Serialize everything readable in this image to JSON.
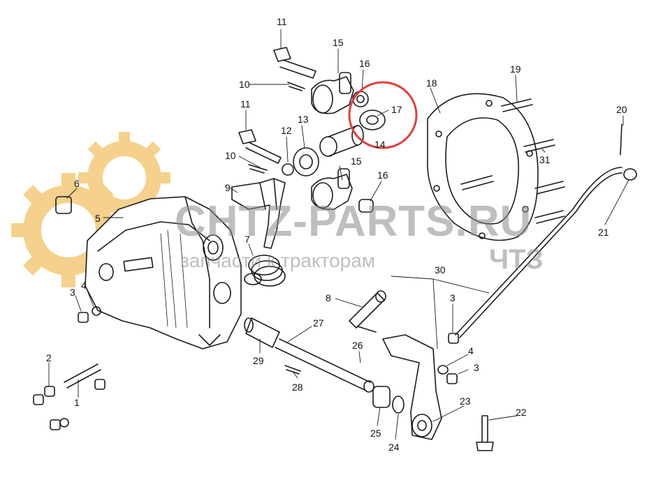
{
  "watermark": {
    "brand": "CHTZ-PARTS.RU",
    "tagline": "запчасти к тракторам",
    "brand_short": "ЧТЗ"
  },
  "colors": {
    "line": "#1a1a1a",
    "highlight_circle": "#e0403c",
    "gear_logo": "#f5c97a",
    "watermark": "#8a8a8a"
  },
  "highlighted_part": "17",
  "callouts": [
    {
      "label": "11"
    },
    {
      "label": "15"
    },
    {
      "label": "16"
    },
    {
      "label": "10"
    },
    {
      "label": "17"
    },
    {
      "label": "18"
    },
    {
      "label": "19"
    },
    {
      "label": "20"
    },
    {
      "label": "11"
    },
    {
      "label": "12"
    },
    {
      "label": "13"
    },
    {
      "label": "14"
    },
    {
      "label": "10"
    },
    {
      "label": "15"
    },
    {
      "label": "16"
    },
    {
      "label": "31"
    },
    {
      "label": "6"
    },
    {
      "label": "9"
    },
    {
      "label": "5"
    },
    {
      "label": "7"
    },
    {
      "label": "21"
    },
    {
      "label": "30"
    },
    {
      "label": "8"
    },
    {
      "label": "3"
    },
    {
      "label": "4"
    },
    {
      "label": "3"
    },
    {
      "label": "27"
    },
    {
      "label": "26"
    },
    {
      "label": "4"
    },
    {
      "label": "3"
    },
    {
      "label": "2"
    },
    {
      "label": "29"
    },
    {
      "label": "28"
    },
    {
      "label": "1"
    },
    {
      "label": "23"
    },
    {
      "label": "22"
    },
    {
      "label": "25"
    },
    {
      "label": "24"
    }
  ]
}
